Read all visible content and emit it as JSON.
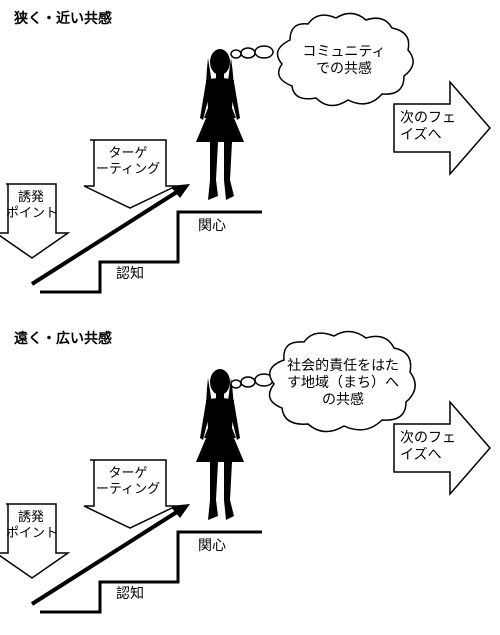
{
  "panels": [
    {
      "heading": "狭く・近い共感",
      "bubble_text": "コミュニティ\nでの共感",
      "next_phase": "次のフェ\nイズへ",
      "interest": "関心",
      "awareness": "認知",
      "targeting": "ターゲ\nーティング",
      "trigger": "誘発\nポイント"
    },
    {
      "heading": "遠く・広い共感",
      "bubble_text": "社会的責任をはた\nす地域（まち）へ\nの共感",
      "next_phase": "次のフェ\nイズへ",
      "interest": "関心",
      "awareness": "認知",
      "targeting": "ターゲ\nーティング",
      "trigger": "誘発\nポイント"
    }
  ]
}
